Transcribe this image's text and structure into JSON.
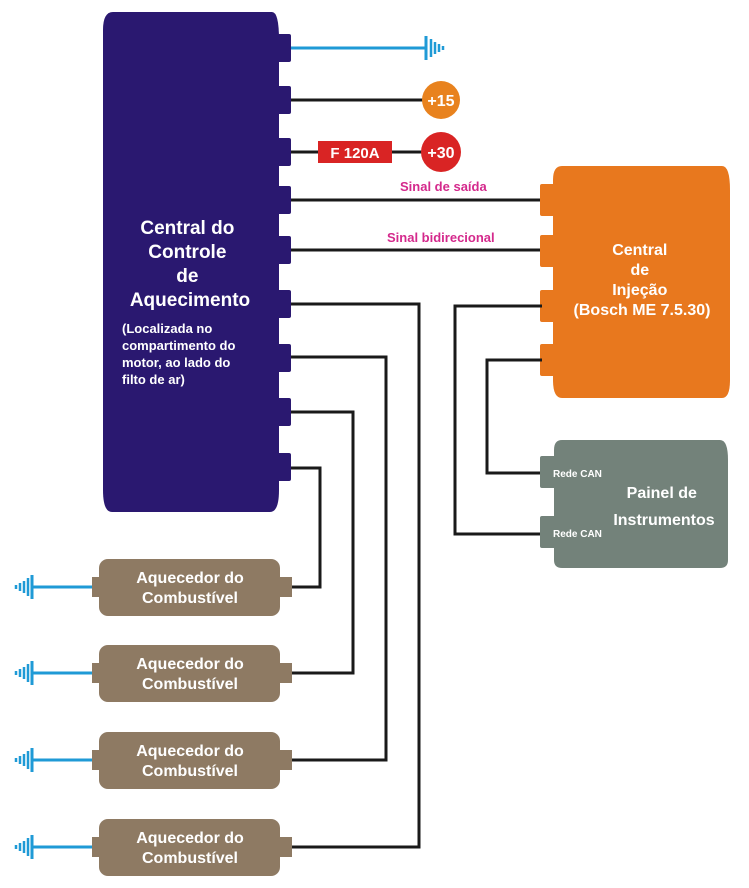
{
  "colors": {
    "central_heating": "#2a1870",
    "injection": "#e8781e",
    "panel": "#73827a",
    "heater": "#8e7a63",
    "wire": "#1a1a1a",
    "ground": "#1f9ad6",
    "signal_label": "#d4298c",
    "plus15": "#e8821e",
    "plus30": "#d92424",
    "fuse": "#d92424"
  },
  "central_heating": {
    "title_lines": [
      "Central do",
      "Controle",
      "de",
      "Aquecimento"
    ],
    "note_lines": [
      "(Localizada no",
      "compartimento do",
      "motor, ao lado do",
      "filto de ar)"
    ]
  },
  "power": {
    "plus15": "+15",
    "plus30": "+30",
    "fuse": "F 120A"
  },
  "signals": {
    "output": "Sinal de saída",
    "bidirectional": "Sinal bidirecional"
  },
  "injection": {
    "title_lines": [
      "Central",
      "de",
      "Injeção",
      "(Bosch ME 7.5.30)"
    ]
  },
  "panel": {
    "title_lines": [
      "Painel de",
      "Instrumentos"
    ],
    "can_labels": [
      "Rede CAN",
      "Rede CAN"
    ]
  },
  "heaters": [
    {
      "lines": [
        "Aquecedor do",
        "Combustível"
      ]
    },
    {
      "lines": [
        "Aquecedor do",
        "Combustível"
      ]
    },
    {
      "lines": [
        "Aquecedor do",
        "Combustível"
      ]
    },
    {
      "lines": [
        "Aquecedor do",
        "Combustível"
      ]
    }
  ]
}
